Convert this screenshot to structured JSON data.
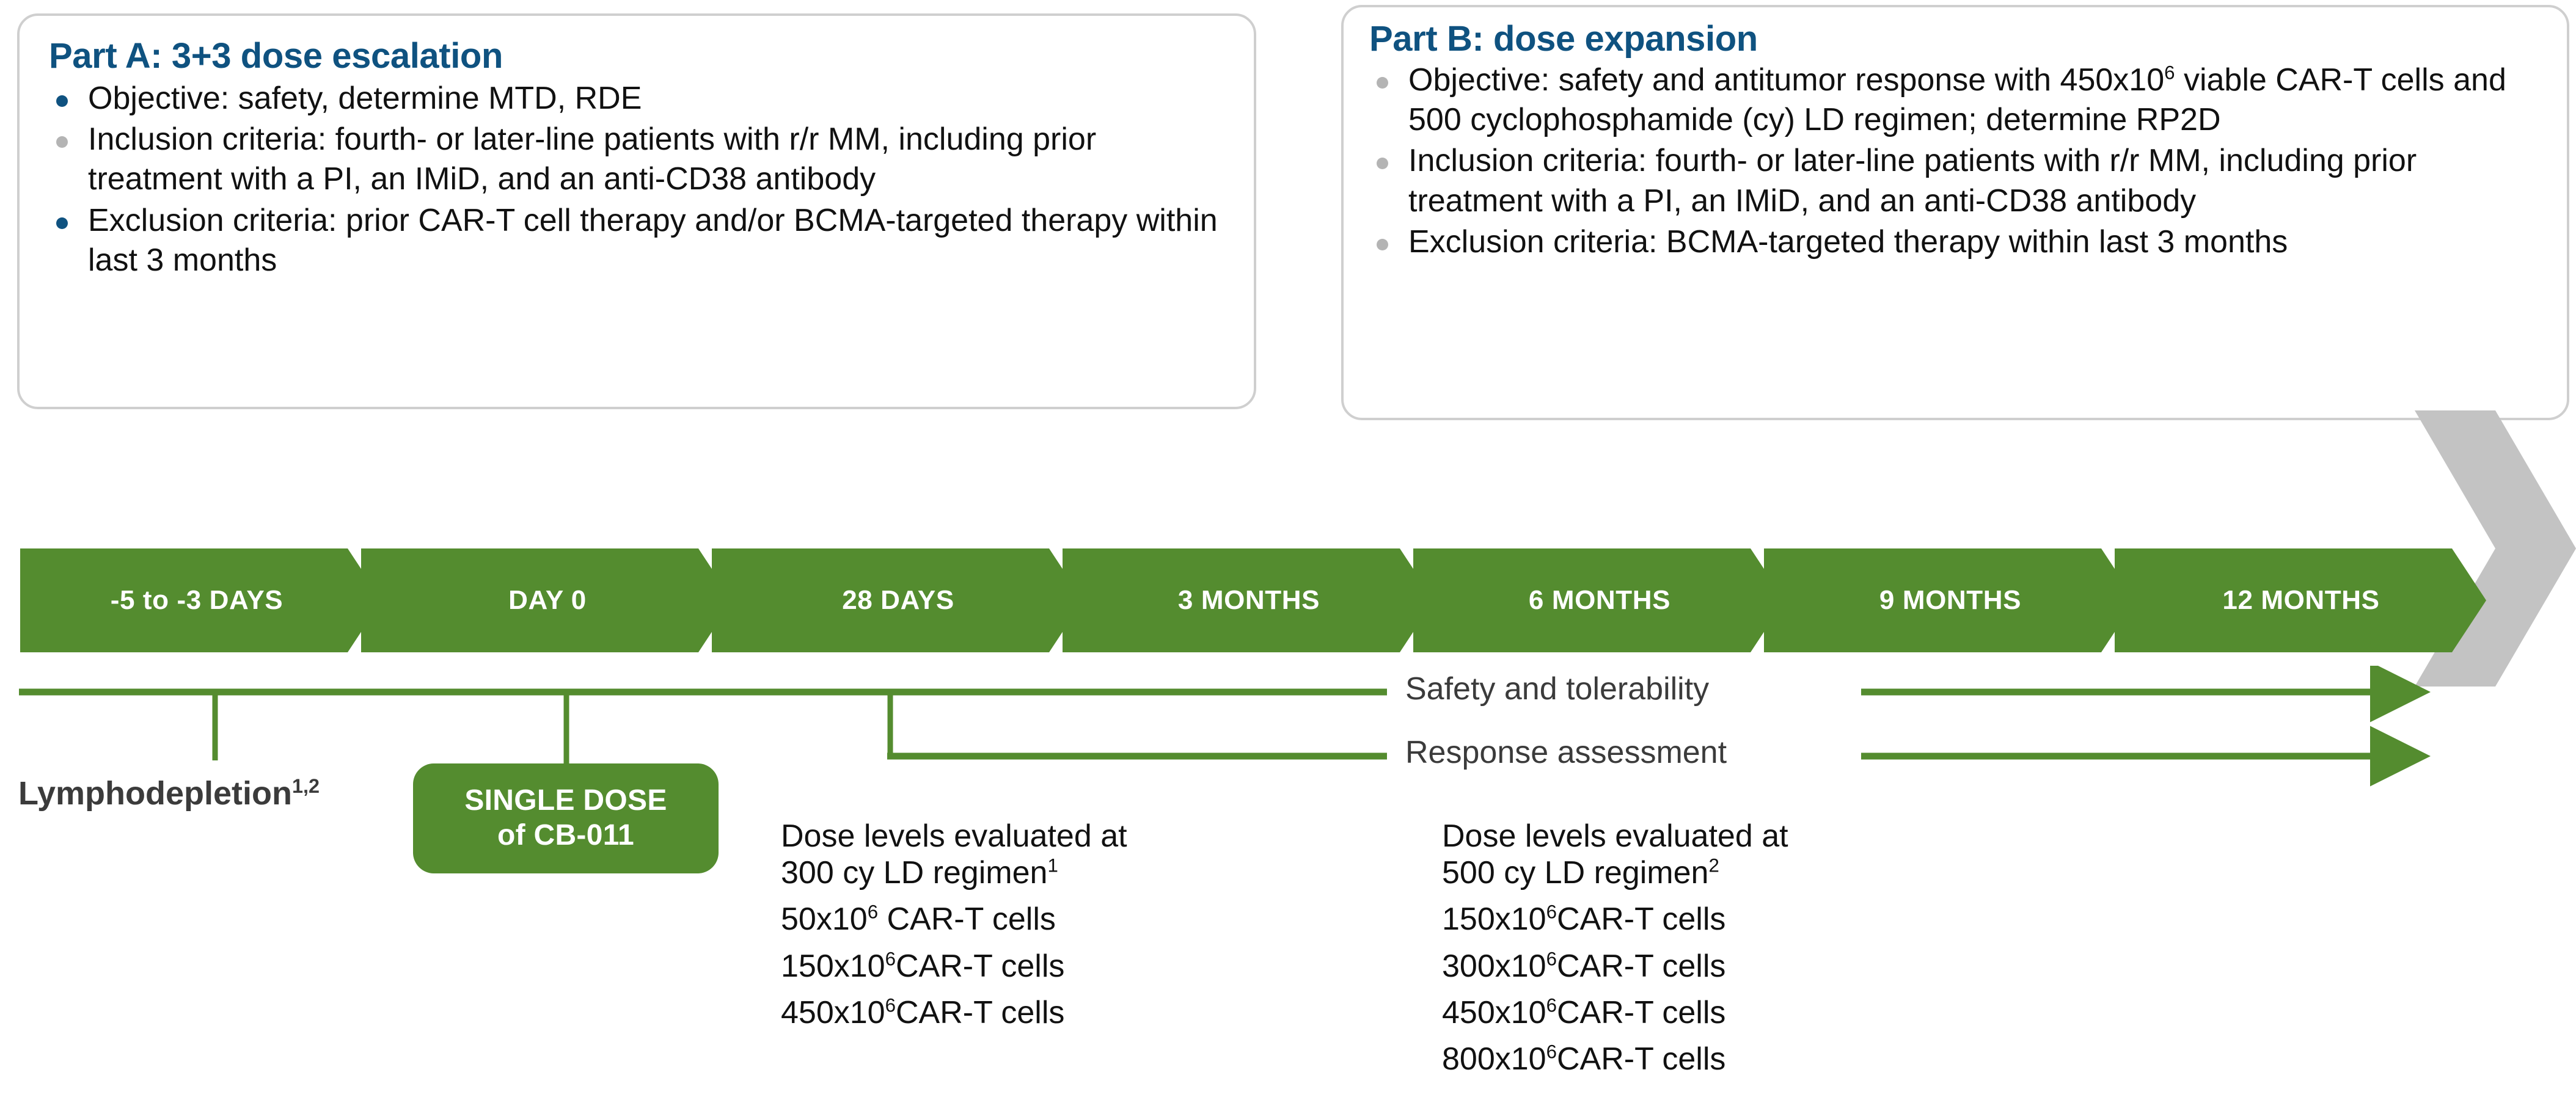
{
  "colors": {
    "brand_blue": "#0F5280",
    "brand_green": "#548C2F",
    "grey_chevron": "#C3C3C3",
    "bullet_grey": "#B4B4B4",
    "box_border": "#CFCFCF",
    "body_text": "#111111",
    "muted_text": "#3B3B3B"
  },
  "part_a": {
    "title": "Part A: 3+3 dose escalation",
    "bullets": [
      {
        "color": "blue",
        "text": "Objective: safety, determine MTD, RDE"
      },
      {
        "color": "grey",
        "text": "Inclusion criteria: fourth- or later-line patients with r/r MM, including prior treatment with a PI, an IMiD, and an anti-CD38 antibody"
      },
      {
        "color": "blue",
        "text": "Exclusion criteria: prior CAR-T cell therapy and/or BCMA-targeted therapy within last 3 months"
      }
    ]
  },
  "part_b": {
    "title": "Part B: dose expansion",
    "bullets": [
      {
        "color": "grey",
        "pre": "Objective: safety and antitumor response with 450x10",
        "sup": "6",
        "post": " viable CAR-T cells and 500 cyclophosphamide (cy) LD regimen; determine RP2D"
      },
      {
        "color": "grey",
        "text": "Inclusion criteria: fourth- or later-line patients with r/r MM, including prior treatment with a PI, an IMiD, and an anti-CD38 antibody"
      },
      {
        "color": "grey",
        "text": "Exclusion criteria: BCMA-targeted therapy within last 3 months"
      }
    ]
  },
  "timeline": {
    "segments": [
      {
        "label": "-5 to -3 DAYS"
      },
      {
        "label": "DAY 0"
      },
      {
        "label": "28 DAYS"
      },
      {
        "label": "3 MONTHS"
      },
      {
        "label": "6 MONTHS"
      },
      {
        "label": "9 MONTHS"
      },
      {
        "label": "12 MONTHS"
      }
    ]
  },
  "annotations": {
    "lymphodepletion_text": "Lymphodepletion",
    "lymphodepletion_sup": "1,2",
    "single_dose_line1": "SINGLE DOSE",
    "single_dose_line2": "of CB-011",
    "safety_label": "Safety and tolerability",
    "response_label": "Response assessment"
  },
  "dose_block_a": {
    "header_line1": "Dose levels evaluated at",
    "header_line2_pre": "300 cy LD regimen",
    "header_line2_sup": "1",
    "levels": [
      {
        "num": "50x10",
        "sup": "6",
        "unit": " CAR-T cells"
      },
      {
        "num": "150x10",
        "sup": "6",
        "unit": "CAR-T cells"
      },
      {
        "num": "450x10",
        "sup": "6",
        "unit": "CAR-T cells"
      }
    ]
  },
  "dose_block_b": {
    "header_line1": "Dose levels evaluated at",
    "header_line2_pre": "500 cy LD regimen",
    "header_line2_sup": "2",
    "levels": [
      {
        "num": "150x10",
        "sup": "6",
        "unit": "CAR-T cells"
      },
      {
        "num": "300x10",
        "sup": "6",
        "unit": "CAR-T cells"
      },
      {
        "num": "450x10",
        "sup": "6",
        "unit": "CAR-T cells"
      },
      {
        "num": "800x10",
        "sup": "6",
        "unit": "CAR-T cells"
      }
    ]
  }
}
